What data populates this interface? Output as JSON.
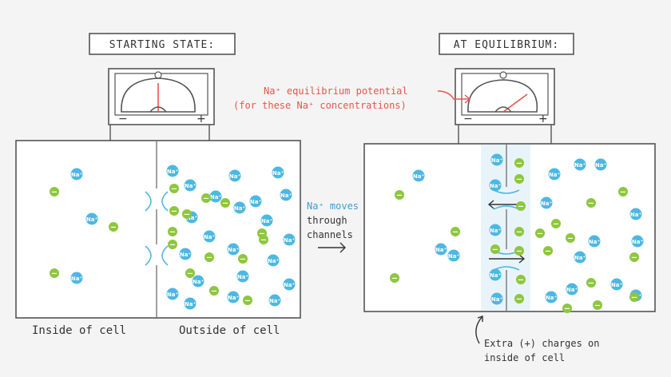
{
  "left": {
    "title": "STARTING STATE:",
    "inside_label": "Inside of cell",
    "outside_label": "Outside of cell",
    "meter": {
      "minus": "−",
      "plus": "+"
    }
  },
  "right": {
    "title": "AT EQUILIBRIUM:",
    "meter": {
      "minus": "−",
      "plus": "+"
    }
  },
  "middle": {
    "lines": [
      "Na⁺ moves",
      "through",
      "channels"
    ]
  },
  "annotations": {
    "potential": [
      "Na⁺ equilibrium potential",
      "(for these Na⁺ concentrations)"
    ],
    "extra": [
      "Extra (+) charges on",
      "inside of cell"
    ]
  },
  "ions": {
    "na_text": "Na⁺",
    "neg_text": "−"
  },
  "colors": {
    "line": "#555555",
    "na": "#4db8e2",
    "neg": "#8ec63f",
    "red": "#e8554e",
    "shade": "#dbeef8",
    "floor": "#e9e9e9"
  }
}
